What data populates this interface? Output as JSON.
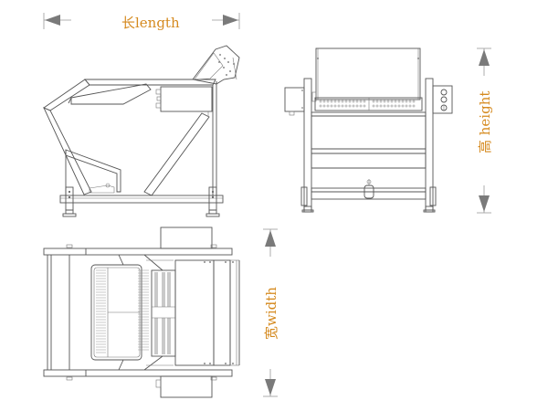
{
  "diagram": {
    "type": "technical-drawing",
    "subject": "machine three-view dimension drawing",
    "views": [
      {
        "name": "side-view",
        "position": "top-left"
      },
      {
        "name": "front-view",
        "position": "top-right"
      },
      {
        "name": "top-view",
        "position": "bottom-left"
      }
    ]
  },
  "dimensions": {
    "length": {
      "label": "长length",
      "cn": "长",
      "en": "length"
    },
    "height": {
      "label": "高 height",
      "cn": "高",
      "en": "height"
    },
    "width": {
      "label": "宽width",
      "cn": "宽",
      "en": "width"
    }
  },
  "colors": {
    "label_text": "#d58a1f",
    "line": "#555555",
    "arrow": "#7a7a7a",
    "background": "#ffffff"
  }
}
